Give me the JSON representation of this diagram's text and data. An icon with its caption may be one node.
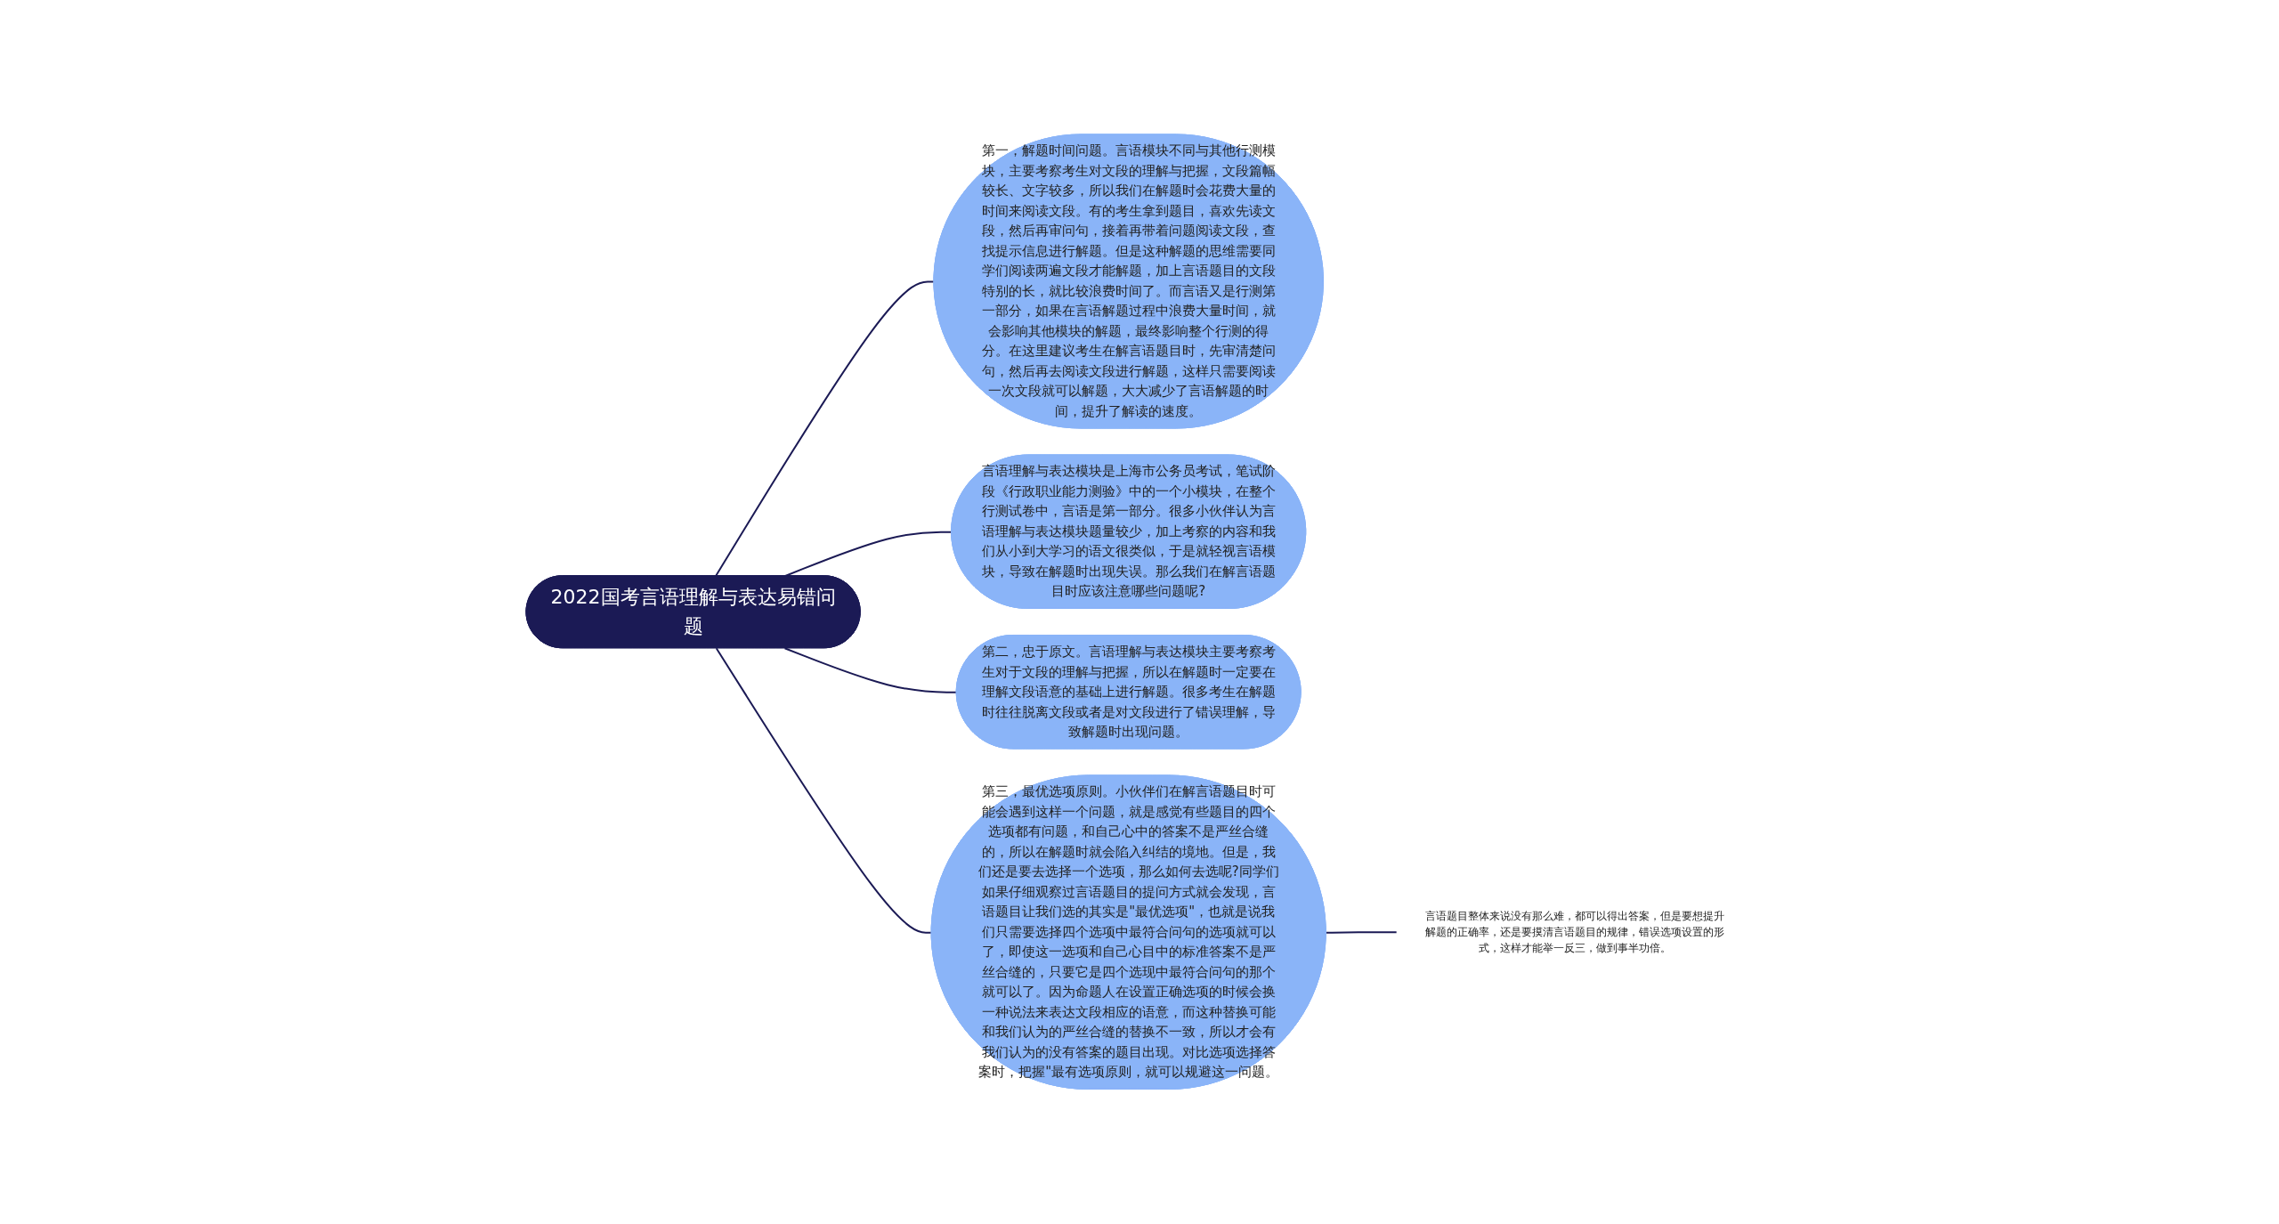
{
  "diagram": {
    "nodes": [
      {
        "text": [
          "2022国考言语理解与表达易错问题"
        ]
      },
      {
        "text": [
          "第一，解题时间问题。言语模块不同与其他行测模块，主要考察考生对文段的理解与把握，文段篇幅较长、文字较多，所以我们在解题时会花费大量的时间来阅读文段。有的考生拿到题目，喜欢先读文段，然后再审问句，接着再带着问题阅读文段，查找提示信息进行解题。但是这种解题的思维需要同学们阅读两遍文段才能解题，加上言语题目的文段特别的长，就比较浪费时间了。而言语又是行测第一部分，如果在言语解题过程中浪费大量时间，就会影响其他模块的解题，最终影响整个行测的得分。在这里建议考生在解言语题目时，先审清楚问句，然后再去阅读文段进行解题，这样只需要阅读一次文段就可以解题，大大减少了言语解题的时间，提升了解读的速度。"
        ]
      },
      {
        "text": [
          "言语理解与表达模块是上海市公务员考试，笔试阶段《行政职业能力测验》中的一个小模块，在整个行测试卷中，言语是第一部分。很多小伙伴认为言语理解与表达模块题量较少，加上考察的内容和我们从小到大学习的语文很类似，于是就轻视言语模块，导致在解题时出现失误。那么我们在解言语题目时应该注意哪些问题呢?"
        ]
      },
      {
        "text": [
          "第二，忠于原文。言语理解与表达模块主要考察考生对于文段的理解与把握，所以在解题时一定要在理解文段语意的基础上进行解题。很多考生在解题时往往脱离文段或者是对文段进行了错误理解，导致解题时出现问题。"
        ]
      },
      {
        "text": [
          "第三，最优选项原则。小伙伴们在解言语题目时可能会遇到这样一个问题，就是感觉有些题目的四个选项都有问题，和自己心中的答案不是严丝合缝的，所以在解题时就会陷入纠结的境地。但是，我们还是要去选择一个选项，那么如何去选呢?同学们如果仔细观察过言语题目的提问方式就会发现，言语题目让我们选的其实是\"最优选项\"，也就是说我们只需要选择四个选项中最符合问句的选项就可以了，即使这一选项和自己心目中的标准答案不是严丝合缝的，只要它是四个选现中最符合问句的那个就可以了。因为命题人在设置正确选项的时候会换一种说法来表达文段相应的语意，而这种替换可能和我们认为的严丝合缝的替换不一致，所以才会有我们认为的没有答案的题目出现。对比选项选择答案时，把握\"最有选项原则，就可以规避这一问题。"
        ]
      },
      {
        "text": [
          "言语题目整体来说没有那么难，都可以得出答案，但是要想提升解题的正确率，还是要摸清言语题目的规律，错误选项设置的形式，这样才能举一反三，做到事半功倍。"
        ]
      }
    ],
    "edges": [
      {
        "from": 0,
        "to": 1,
        "arrow": "none"
      },
      {
        "from": 0,
        "to": 2,
        "arrow": "none"
      },
      {
        "from": 0,
        "to": 3,
        "arrow": "none"
      },
      {
        "from": 0,
        "to": 4,
        "arrow": "none"
      },
      {
        "from": 4,
        "to": 5,
        "arrow": "none"
      }
    ]
  }
}
